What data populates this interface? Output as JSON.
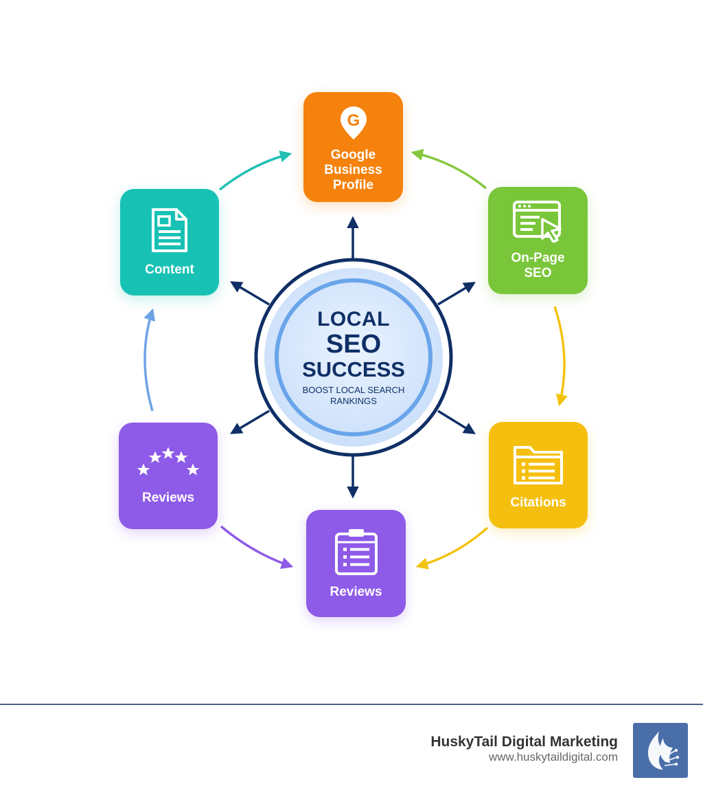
{
  "center": {
    "line1": "LOCAL",
    "line2": "SEO",
    "line3": "SUCCESS",
    "subtitle": "BOOST LOCAL SEARCH RANKINGS"
  },
  "nodes": {
    "google": {
      "label": "Google\nBusiness\nProfile",
      "color": "#f5820c",
      "icon": "location-pin-g-icon",
      "icon_letter": "G"
    },
    "onpage": {
      "label": "On-Page\nSEO",
      "color": "#7ac63a",
      "icon": "browser-cursor-icon"
    },
    "citations": {
      "label": "Citations",
      "color": "#f5bf0f",
      "icon": "folder-list-icon"
    },
    "reviews_bottom": {
      "label": "Reviews",
      "color": "#8e5ae8",
      "icon": "clipboard-list-icon"
    },
    "reviews_left": {
      "label": "Reviews",
      "color": "#8e5ae8",
      "icon": "stars-icon"
    },
    "content": {
      "label": "Content",
      "color": "#17c2b4",
      "icon": "document-icon"
    }
  },
  "colors": {
    "navy": "#0f2f66",
    "center_ring": "#6aa5ea",
    "center_fill": "#d4e6fb",
    "arrow_teal": "#21bfb4",
    "arrow_green": "#86c83f",
    "arrow_yellow": "#f3c20f",
    "arrow_purple": "#8d5be6",
    "arrow_blue": "#6da3e6"
  },
  "footer": {
    "brand_name": "HuskyTail Digital Marketing",
    "brand_url": "www.huskytaildigital.com",
    "logo": "husky-flame-logo"
  }
}
